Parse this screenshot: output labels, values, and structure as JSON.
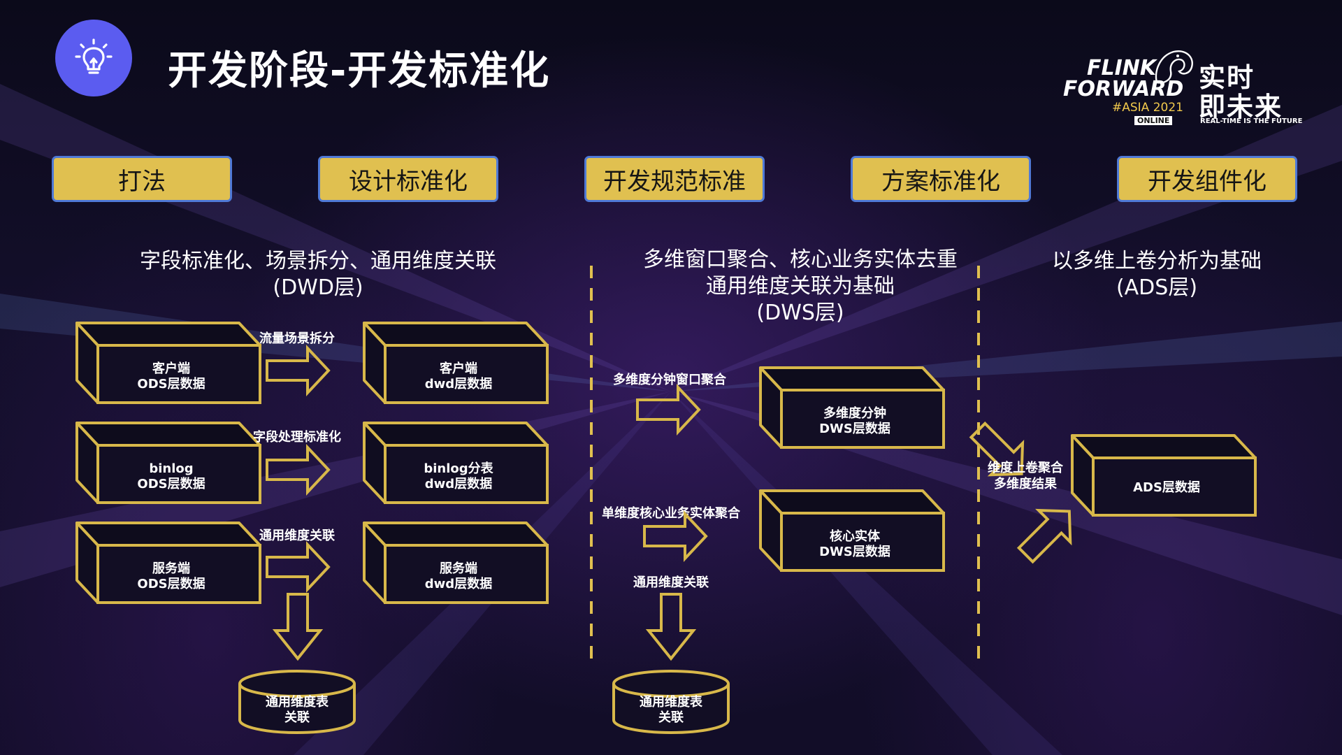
{
  "title": "开发阶段-开发标准化",
  "logo": {
    "flink": "FLINK",
    "forward": "FORWARD",
    "asia": "#ASIA 2021",
    "online": "ONLINE",
    "cn_line1": "实时",
    "cn_line2": "即未来",
    "tagline": "REAL-TIME IS THE FUTURE"
  },
  "pills": [
    "打法",
    "设计标准化",
    "开发规范标准",
    "方案标准化",
    "开发组件化"
  ],
  "sections": {
    "dwd": {
      "line1": "字段标准化、场景拆分、通用维度关联",
      "line2": "(DWD层)"
    },
    "dws": {
      "line1": "多维窗口聚合、核心业务实体去重",
      "line2": "通用维度关联为基础",
      "line3": "(DWS层)"
    },
    "ads": {
      "line1": "以多维上卷分析为基础",
      "line2": "(ADS层)"
    }
  },
  "dwd": {
    "ods_boxes": [
      {
        "line1": "客户端",
        "line2": "ODS层数据"
      },
      {
        "line1": "binlog",
        "line2": "ODS层数据"
      },
      {
        "line1": "服务端",
        "line2": "ODS层数据"
      }
    ],
    "arrows": [
      "流量场景拆分",
      "字段处理标准化",
      "通用维度关联"
    ],
    "dwd_boxes": [
      {
        "line1": "客户端",
        "line2": "dwd层数据"
      },
      {
        "line1": "binlog分表",
        "line2": "dwd层数据"
      },
      {
        "line1": "服务端",
        "line2": "dwd层数据"
      }
    ],
    "dim_table": {
      "line1": "通用维度表",
      "line2": "关联"
    }
  },
  "dws": {
    "arrows": [
      "多维度分钟窗口聚合",
      "单维度核心业务实体聚合",
      "通用维度关联"
    ],
    "boxes": [
      {
        "line1": "多维度分钟",
        "line2": "DWS层数据"
      },
      {
        "line1": "核心实体",
        "line2": "DWS层数据"
      }
    ],
    "dim_table": {
      "line1": "通用维度表",
      "line2": "关联"
    }
  },
  "ads": {
    "arrow_label_line1": "维度上卷聚合",
    "arrow_label_line2": "多维度结果",
    "box": "ADS层数据"
  },
  "colors": {
    "accent_gold": "#e0c050",
    "box_border": "#d8b84a",
    "pill_border": "#4f79d6",
    "badge": "#5b5cf0"
  }
}
